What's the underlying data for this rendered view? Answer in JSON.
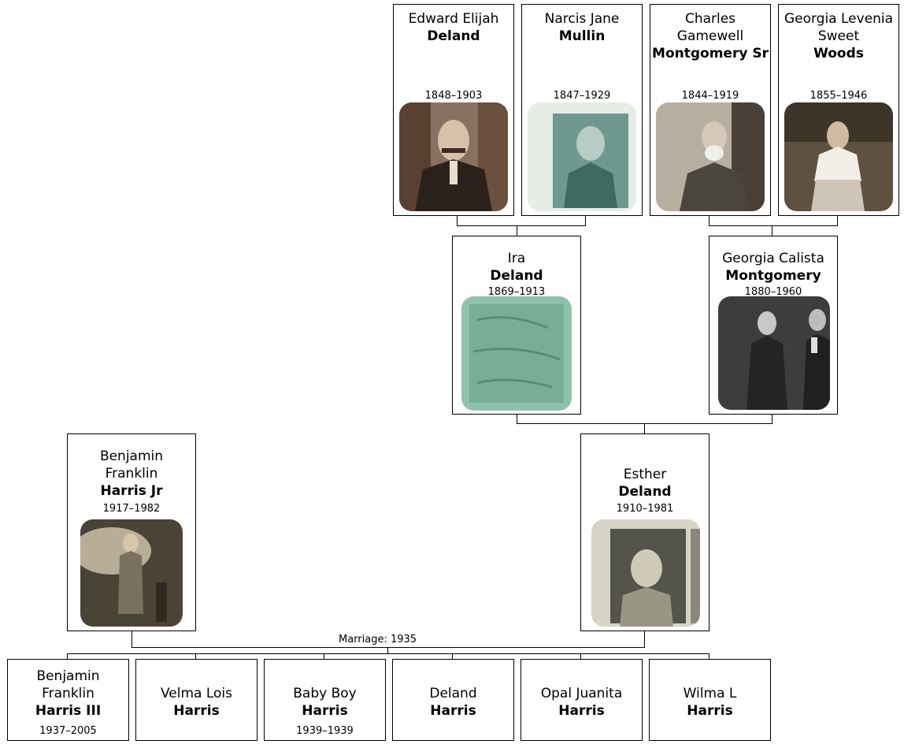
{
  "people": {
    "edward": {
      "given": "Edward Elijah",
      "surname": "Deland",
      "years": "1848–1903"
    },
    "narcis": {
      "given": "Narcis Jane",
      "surname": "Mullin",
      "years": "1847–1929"
    },
    "charles": {
      "given": "Charles Gamewell",
      "surname": "Montgomery Sr",
      "years": "1844–1919"
    },
    "georgia_woods": {
      "given": "Georgia Levenia Sweet",
      "surname": "Woods",
      "years": "1855–1946"
    },
    "ira": {
      "given": "Ira",
      "surname": "Deland",
      "years": "1869–1913"
    },
    "georgia_calista": {
      "given": "Georgia Calista",
      "surname": "Montgomery",
      "years": "1880–1960"
    },
    "benjamin_jr": {
      "given": "Benjamin Franklin",
      "surname": "Harris Jr",
      "years": "1917–1982"
    },
    "esther": {
      "given": "Esther",
      "surname": "Deland",
      "years": "1910–1981"
    },
    "benjamin_iii": {
      "given": "Benjamin Franklin",
      "surname": "Harris III",
      "years": "1937–2005"
    },
    "velma": {
      "given": "Velma Lois",
      "surname": "Harris",
      "years": ""
    },
    "baby_boy": {
      "given": "Baby Boy",
      "surname": "Harris",
      "years": "1939–1939"
    },
    "deland_harris": {
      "given": "Deland",
      "surname": "Harris",
      "years": ""
    },
    "opal": {
      "given": "Opal Juanita",
      "surname": "Harris",
      "years": ""
    },
    "wilma": {
      "given": "Wilma L",
      "surname": "Harris",
      "years": ""
    }
  },
  "marriage_label": "Marriage: 1935"
}
